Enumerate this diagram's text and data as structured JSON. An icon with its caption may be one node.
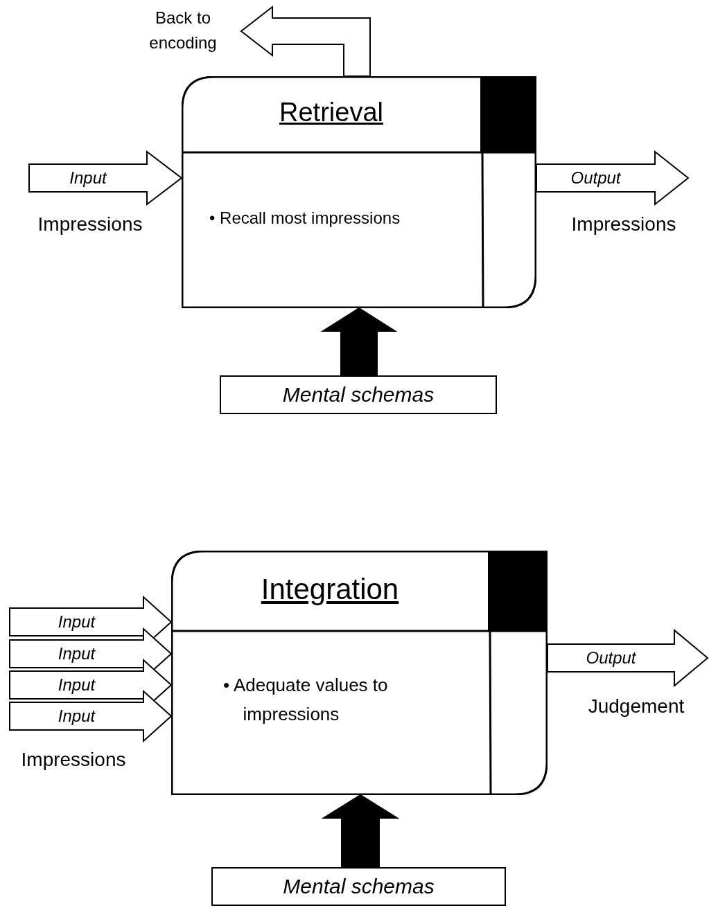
{
  "diagram": {
    "nodes": [
      {
        "text": [
          "Back to encoding"
        ]
      },
      {
        "text": [
          "Retrieval",
          "• Recall most impressions"
        ]
      },
      {
        "text": [
          "Mental schemas"
        ]
      },
      {
        "text": [
          "Integration",
          "• Adequate values to impressions"
        ]
      },
      {
        "text": [
          "Mental schemas"
        ]
      }
    ],
    "edges": [
      {
        "from": 1,
        "to": 0,
        "arrow": "to"
      },
      {
        "from": null,
        "to": 1,
        "arrow": "to",
        "label": "Input"
      },
      {
        "from": 1,
        "to": null,
        "arrow": "to",
        "label": "Output"
      },
      {
        "from": 2,
        "to": 1,
        "arrow": "to",
        "style": "thick"
      },
      {
        "from": null,
        "to": 3,
        "arrow": "to",
        "label": "Input"
      },
      {
        "from": null,
        "to": 3,
        "arrow": "to",
        "label": "Input"
      },
      {
        "from": null,
        "to": 3,
        "arrow": "to",
        "label": "Input"
      },
      {
        "from": null,
        "to": 3,
        "arrow": "to",
        "label": "Input"
      },
      {
        "from": 3,
        "to": null,
        "arrow": "to",
        "label": "Output"
      },
      {
        "from": 4,
        "to": 3,
        "arrow": "to",
        "style": "thick"
      }
    ],
    "labels": [
      "Impressions",
      "Impressions",
      "Judgement",
      "Impressions"
    ]
  }
}
